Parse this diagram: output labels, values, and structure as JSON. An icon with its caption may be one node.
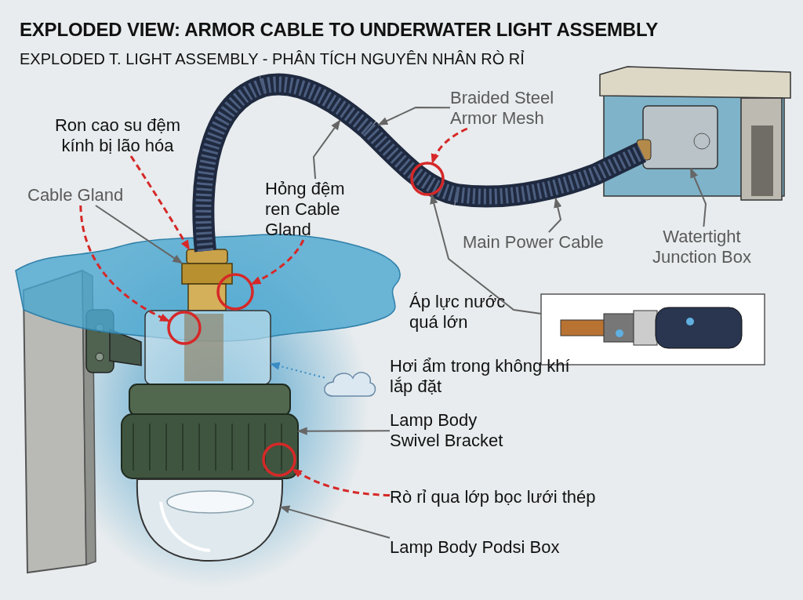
{
  "diagram": {
    "title": "EXPLODED VIEW: ARMOR CABLE TO UNDERWATER LIGHT ASSEMBLY",
    "nodes": [
      {
        "text": [
          "Ron cao su đệm kính bị lão hóa"
        ]
      },
      {
        "text": [
          "Cable Gland"
        ]
      },
      {
        "text": [
          "Hỏng đệm ren Cable Gland"
        ]
      },
      {
        "text": [
          "Braided Steel Armor Mesh"
        ]
      },
      {
        "text": [
          "Main Power Cable"
        ]
      },
      {
        "text": [
          "Watertight Junction Box"
        ]
      },
      {
        "text": [
          "Hơi ẩm trong không khí lắp đặt"
        ]
      },
      {
        "text": [
          "Lamp Body Swivel Bracket"
        ]
      },
      {
        "text": [
          "Rò rỉ qua lớp bọc lưới thép"
        ]
      },
      {
        "text": [
          "Lamp Body Podsi Box"
        ]
      },
      {
        "text": [],
        "shape": "picture"
      },
      {
        "text": [],
        "shape": "picture"
      },
      {
        "text": [],
        "shape": "picture"
      },
      {
        "text": [],
        "shape": "cloud"
      },
      {
        "text": [],
        "shape": "picture"
      },
      {
        "text": [],
        "shape": "picture"
      },
      {
        "text": [],
        "shape": "picture"
      },
      {
        "text": [],
        "shape": "circle",
        "in": 14
      },
      {
        "text": [],
        "shape": "circle"
      },
      {
        "text": [],
        "shape": "circle",
        "in": 23
      },
      {
        "text": [],
        "shape": "circle",
        "in": 15
      },
      {
        "text": [],
        "shape": "picture"
      },
      {
        "text": [],
        "shape": "picture"
      },
      {
        "text": [],
        "shape": "picture"
      },
      {
        "text": [],
        "shape": "picture"
      }
    ],
    "edges": [
      {
        "from": 0,
        "to": 10,
        "arrow": "to",
        "style": "dashed",
        "color": "#d62828"
      },
      {
        "from": 1,
        "to": 10,
        "arrow": "to"
      },
      {
        "from": 1,
        "to": 17,
        "arrow": "to",
        "style": "dashed",
        "color": "#d62828"
      },
      {
        "from": 2,
        "to": 22,
        "arrow": "to"
      },
      {
        "from": 2,
        "to": 18,
        "arrow": "to",
        "style": "dashed",
        "color": "#d62828"
      },
      {
        "from": 3,
        "to": 22,
        "arrow": "to"
      },
      {
        "from": 3,
        "to": 19,
        "arrow": "to",
        "style": "dashed",
        "color": "#d62828"
      },
      {
        "from": 4,
        "to": 24,
        "arrow": "to"
      },
      {
        "from": 5,
        "to": 12,
        "arrow": "to"
      },
      {
        "from": 21,
        "to": 19,
        "arrow": "to"
      },
      {
        "from": 13,
        "to": 14,
        "arrow": "to",
        "style": "dashed",
        "color": "#3b8cc4"
      },
      {
        "from": 7,
        "to": 15,
        "arrow": "to"
      },
      {
        "from": 8,
        "to": 20,
        "arrow": "to",
        "style": "dashed",
        "color": "#d62828"
      },
      {
        "from": 9,
        "to": 16,
        "arrow": "to"
      }
    ],
    "labels": [
      "EXPLODED T. LIGHT ASSEMBLY - PHÂN TÍCH NGUYÊN NHÂN RÒ RỈ",
      "Áp lực nước quá lớn"
    ]
  }
}
